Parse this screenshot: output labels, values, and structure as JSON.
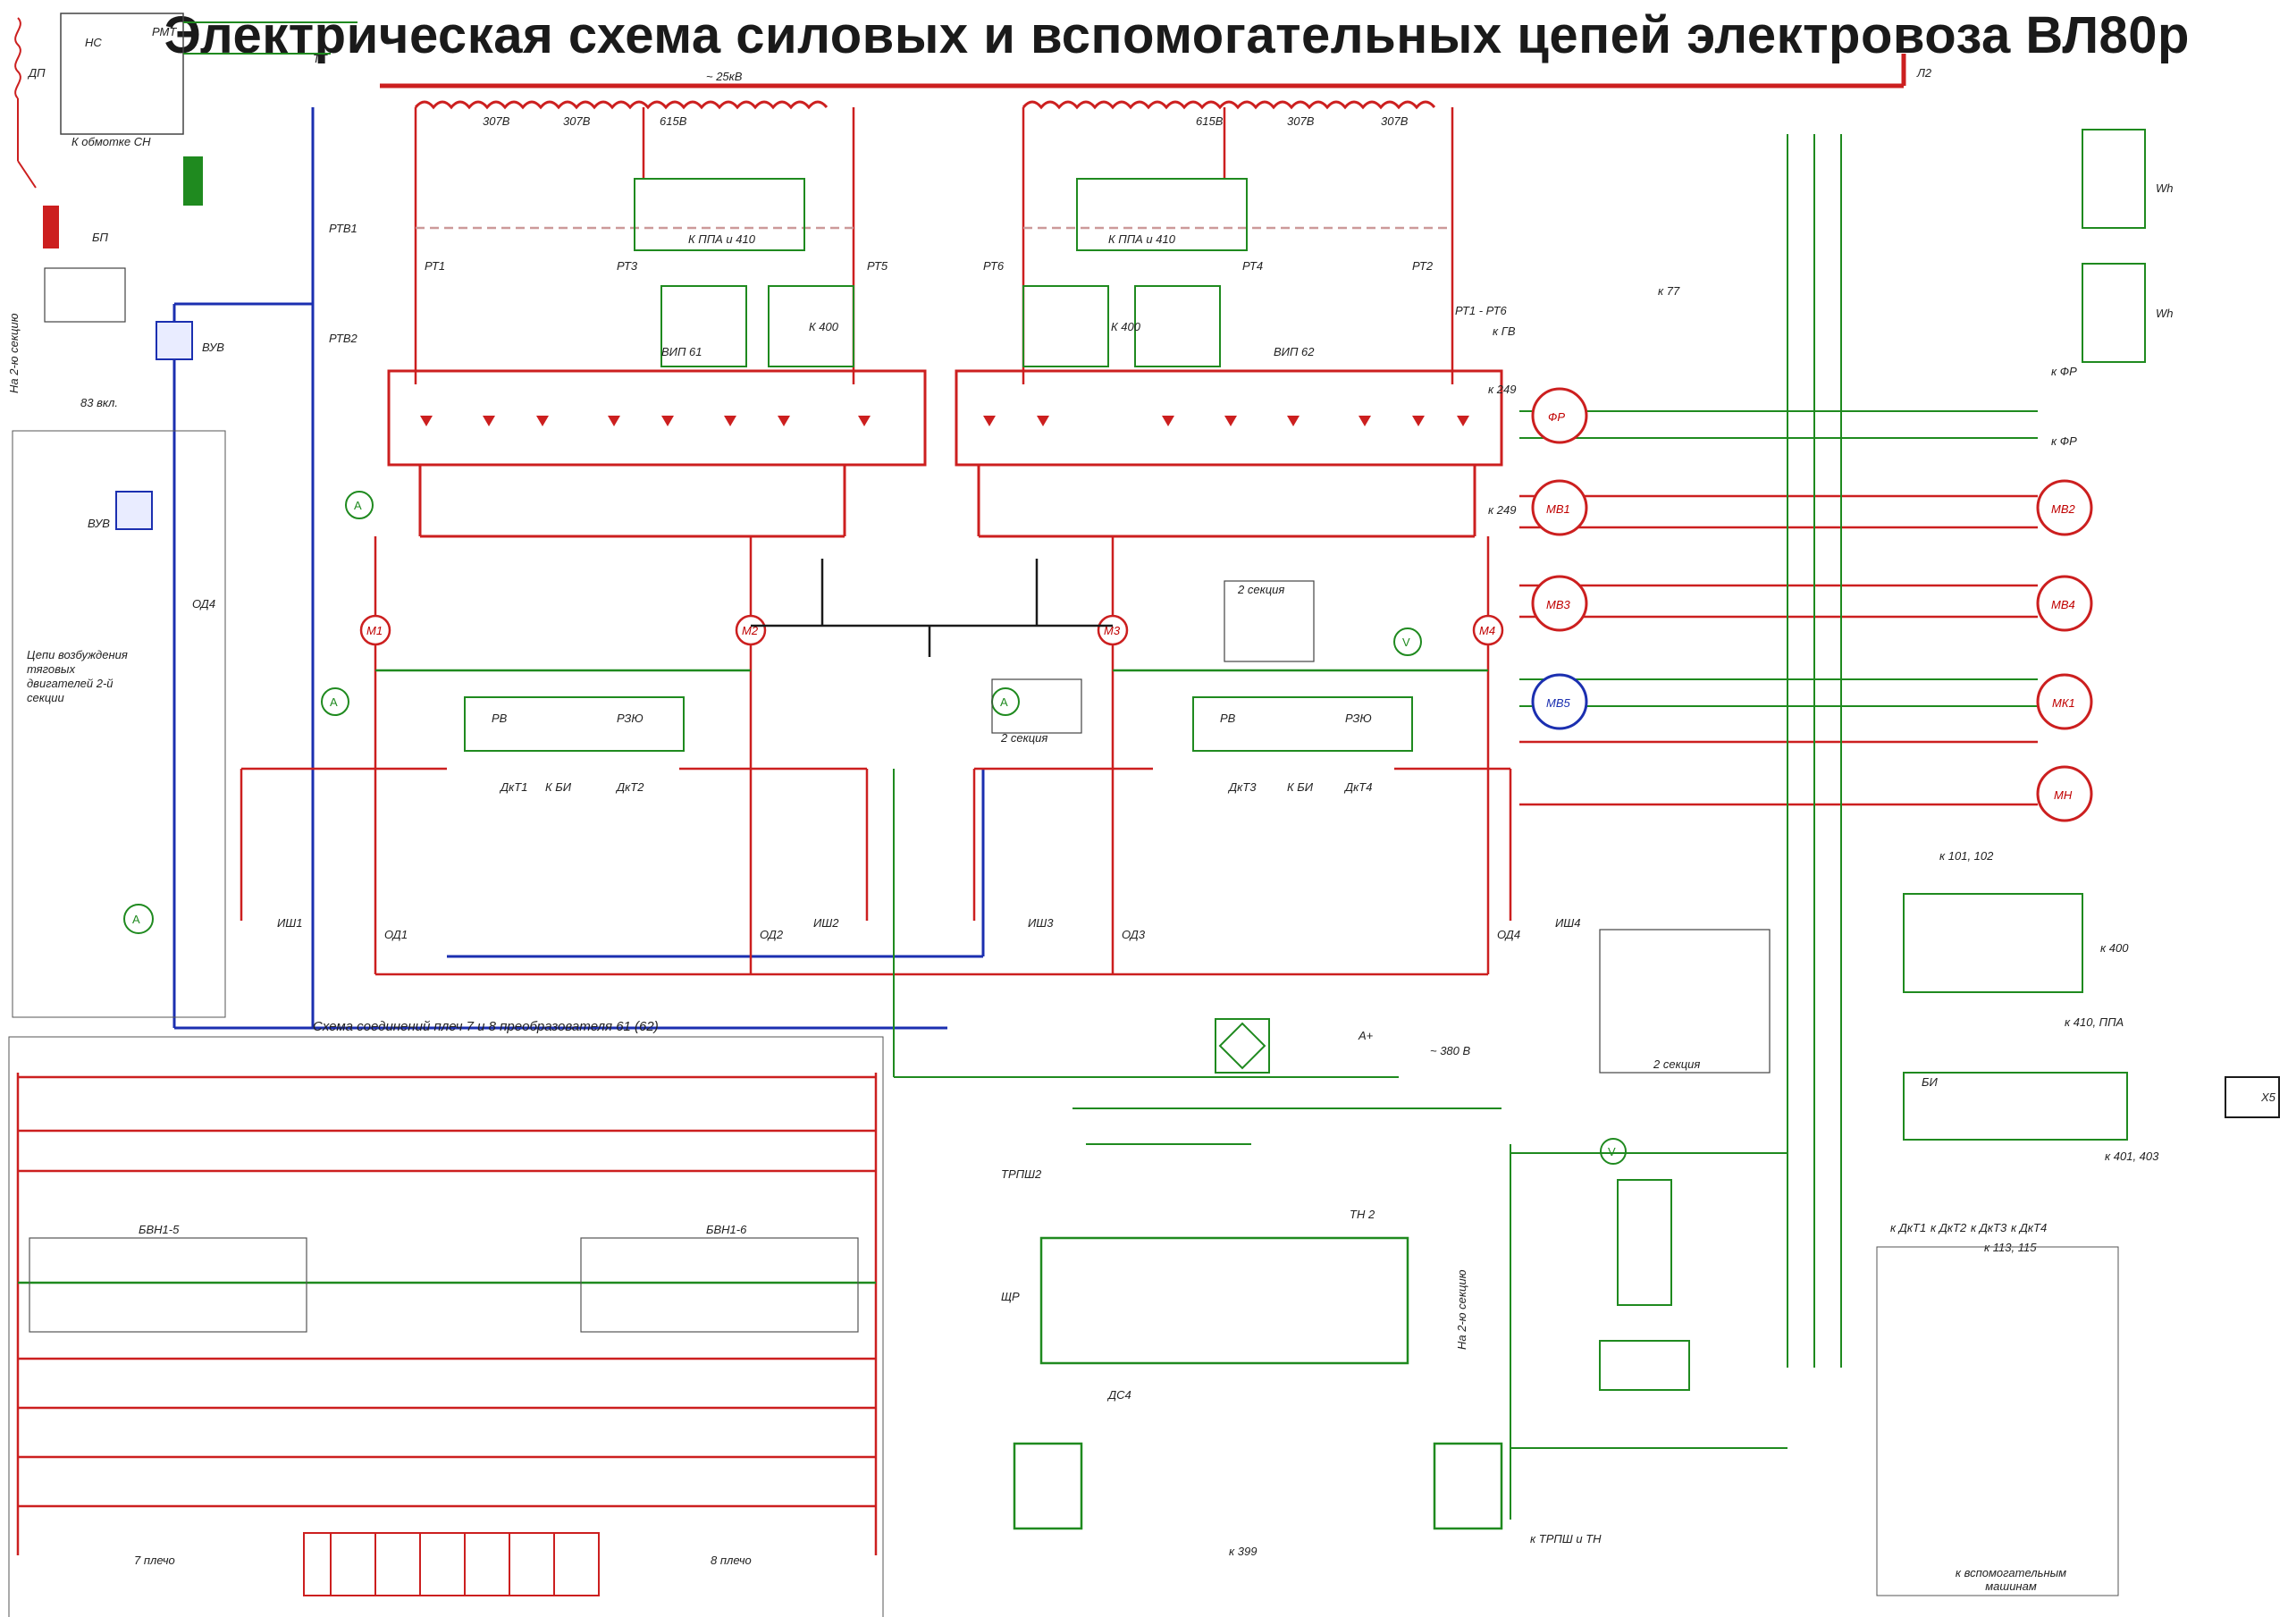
{
  "title": "Электрическая схема силовых и вспомогательных цепей электровоза ВЛ80р",
  "colors": {
    "power": "#cc1f1f",
    "aux": "#1f8a1f",
    "excitation": "#1b2fb0",
    "bus": "#1a1a1a"
  },
  "labels": {
    "dp": "ДП",
    "ns": "НС",
    "rmt": "РМТ",
    "tt": "ТТ",
    "k_obmotke_sn": "К обмотке СН",
    "bp": "БП",
    "vkl83": "83 вкл.",
    "na2sek": "На 2-ю секцию",
    "vuv": "ВУВ",
    "rtv1": "РТВ1",
    "rtv2": "РТВ2",
    "excitation_block": "Цепи возбуждения тяговых двигателей 2-й секции",
    "kv25": "~ 25кВ",
    "l2": "Л2",
    "vip61": "ВИП 61",
    "vip62": "ВИП 62",
    "rt16": "РТ1 - РТ6",
    "k_ppa_410": "К ППА и 410",
    "k400": "К 400",
    "rt1": "РТ1",
    "rt2": "РТ2",
    "rt3": "РТ3",
    "rt4": "РТ4",
    "rt5": "РТ5",
    "rt6": "РТ6",
    "m1": "М1",
    "m2": "М2",
    "m3": "М3",
    "m4": "М4",
    "ish1": "ИШ1",
    "ish2": "ИШ2",
    "ish3": "ИШ3",
    "ish4": "ИШ4",
    "od1": "ОД1",
    "od2": "ОД2",
    "od3": "ОД3",
    "od4": "ОД4",
    "od4b": "ОД4",
    "rv": "РВ",
    "rzyu": "РЗЮ",
    "k_bi": "К БИ",
    "dkt1": "ДкТ1",
    "dkt2": "ДкТ2",
    "dkt3": "ДкТ3",
    "dkt4": "ДкТ4",
    "scheme_7_8": "Схема соединений плеч 7 и 8 преобразователя 61 (62)",
    "pl7": "7 плечо",
    "pl8": "8 плечо",
    "bvn15": "БВН1-5",
    "bvn16": "БВН1-6",
    "fr": "ФР",
    "mv1": "МВ1",
    "mv2": "МВ2",
    "mv3": "МВ3",
    "mv4": "МВ4",
    "mv5": "МВ5",
    "mk1": "МК1",
    "mn": "МН",
    "k249": "к 249",
    "k_fr": "к ФР",
    "k_gv": "к ГВ",
    "k77": "к 77",
    "k101_102": "к 101, 102",
    "k400b": "к 400",
    "k410_ppa": "к 410, ППА",
    "k401_403": "к 401, 403",
    "bi": "БИ",
    "x5": "Х5",
    "wh": "Wh",
    "trpsh2": "ТРПШ2",
    "shr": "ЩР",
    "ds4": "ДС4",
    "tn2": "ТН 2",
    "k399": "к 399",
    "k_trpsh_tn": "к ТРПШ и ТН",
    "na2sek_b": "На 2-ю секцию",
    "k113_115": "к 113, 115",
    "k_aux": "к вспомогательным машинам",
    "v380": "~ 380 В",
    "a_plus": "А+",
    "sek2": "2 секция",
    "sek2b": "2 секция",
    "sek2c": "2 секция",
    "kdkt": [
      "к ДкТ1",
      "к ДкТ2",
      "к ДкТ3",
      "к ДкТ4"
    ]
  }
}
